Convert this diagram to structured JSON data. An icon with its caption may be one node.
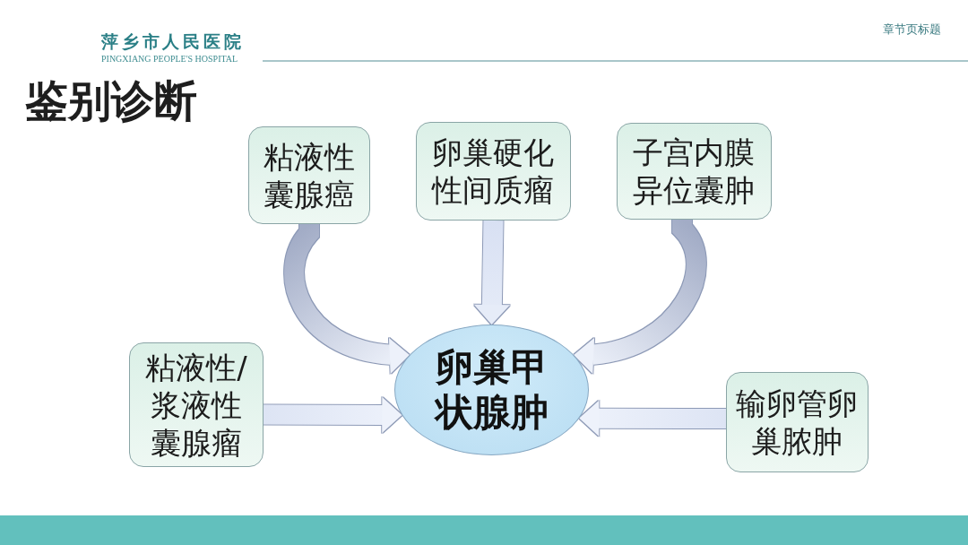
{
  "diagram": {
    "title": "鉴别诊断",
    "nodes": [
      {
        "text": [
          "粘液性囊腺癌"
        ]
      },
      {
        "text": [
          "卵巢硬化性间质瘤"
        ]
      },
      {
        "text": [
          "子宫内膜异位囊肿"
        ]
      },
      {
        "text": [
          "粘液性/浆液性囊腺瘤"
        ]
      },
      {
        "text": [
          "卵巢甲状腺肿"
        ]
      },
      {
        "text": [
          "输卵管卵巢脓肿"
        ]
      }
    ],
    "edges": [
      {
        "from": 0,
        "to": 4,
        "arrow": "to"
      },
      {
        "from": 1,
        "to": 4,
        "arrow": "to"
      },
      {
        "from": 2,
        "to": 4,
        "arrow": "to"
      },
      {
        "from": 3,
        "to": 4,
        "arrow": "to"
      },
      {
        "from": 5,
        "to": 4,
        "arrow": "to"
      }
    ],
    "labels": [
      "萍乡市人民医院",
      "PINGXIANG PEOPLE'S HOSPITAL",
      "章节页标题"
    ]
  }
}
